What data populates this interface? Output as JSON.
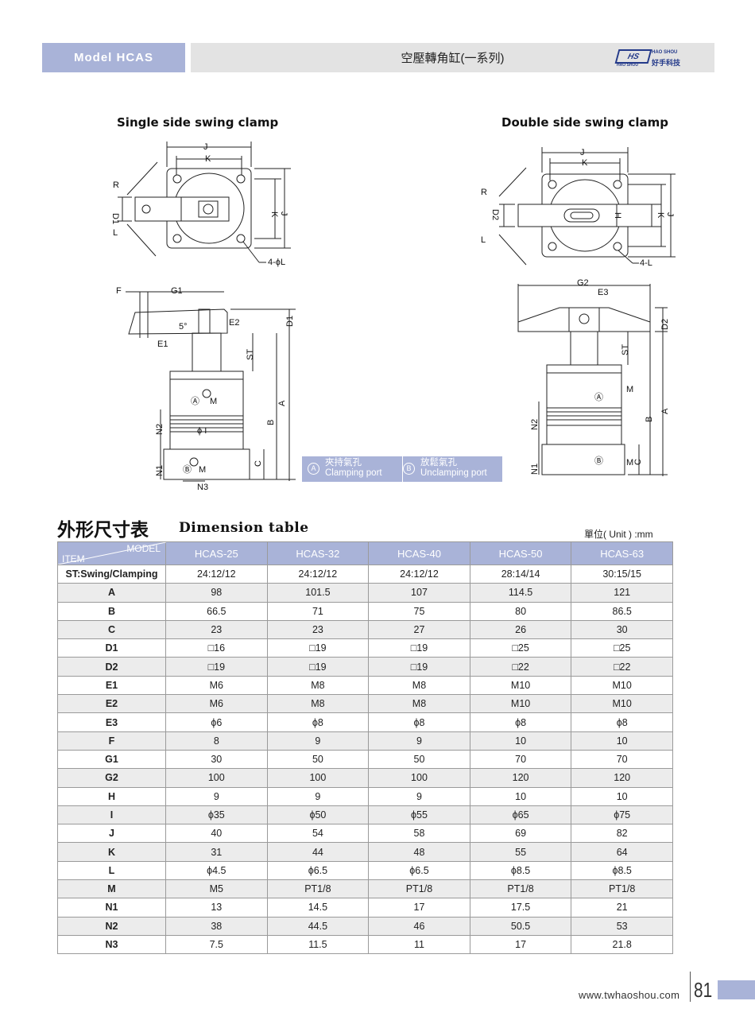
{
  "header": {
    "model_label": "Model HCAS",
    "title": "空壓轉角缸(一系列)",
    "logo_mark": "HS",
    "logo_en": "HAO SHOU",
    "logo_sub": "HAO SHOU",
    "logo_cn": "好手科技"
  },
  "diagrams": {
    "single_title": "Single side swing clamp",
    "double_title": "Double side swing clamp"
  },
  "ports": {
    "a_symbol": "A",
    "a_cn": "夾持氣孔",
    "a_en": "Clamping port",
    "b_symbol": "B",
    "b_cn": "放鬆氣孔",
    "b_en": "Unclamping port"
  },
  "table": {
    "title_cn": "外形尺寸表",
    "title_en": "Dimension table",
    "unit": "單位( Unit ) :mm",
    "corner_model": "MODEL",
    "corner_item": "ITEM",
    "models": [
      "HCAS-25",
      "HCAS-32",
      "HCAS-40",
      "HCAS-50",
      "HCAS-63"
    ],
    "rows": [
      {
        "item": "ST:Swing/Clamping",
        "values": [
          "24:12/12",
          "24:12/12",
          "24:12/12",
          "28:14/14",
          "30:15/15"
        ]
      },
      {
        "item": "A",
        "values": [
          "98",
          "101.5",
          "107",
          "114.5",
          "121"
        ]
      },
      {
        "item": "B",
        "values": [
          "66.5",
          "71",
          "75",
          "80",
          "86.5"
        ]
      },
      {
        "item": "C",
        "values": [
          "23",
          "23",
          "27",
          "26",
          "30"
        ]
      },
      {
        "item": "D1",
        "values": [
          "□16",
          "□19",
          "□19",
          "□25",
          "□25"
        ]
      },
      {
        "item": "D2",
        "values": [
          "□19",
          "□19",
          "□19",
          "□22",
          "□22"
        ]
      },
      {
        "item": "E1",
        "values": [
          "M6",
          "M8",
          "M8",
          "M10",
          "M10"
        ]
      },
      {
        "item": "E2",
        "values": [
          "M6",
          "M8",
          "M8",
          "M10",
          "M10"
        ]
      },
      {
        "item": "E3",
        "values": [
          "ϕ6",
          "ϕ8",
          "ϕ8",
          "ϕ8",
          "ϕ8"
        ]
      },
      {
        "item": "F",
        "values": [
          "8",
          "9",
          "9",
          "10",
          "10"
        ]
      },
      {
        "item": "G1",
        "values": [
          "30",
          "50",
          "50",
          "70",
          "70"
        ]
      },
      {
        "item": "G2",
        "values": [
          "100",
          "100",
          "100",
          "120",
          "120"
        ]
      },
      {
        "item": "H",
        "values": [
          "9",
          "9",
          "9",
          "10",
          "10"
        ]
      },
      {
        "item": "I",
        "values": [
          "ϕ35",
          "ϕ50",
          "ϕ55",
          "ϕ65",
          "ϕ75"
        ]
      },
      {
        "item": "J",
        "values": [
          "40",
          "54",
          "58",
          "69",
          "82"
        ]
      },
      {
        "item": "K",
        "values": [
          "31",
          "44",
          "48",
          "55",
          "64"
        ]
      },
      {
        "item": "L",
        "values": [
          "ϕ4.5",
          "ϕ6.5",
          "ϕ6.5",
          "ϕ8.5",
          "ϕ8.5"
        ]
      },
      {
        "item": "M",
        "values": [
          "M5",
          "PT1/8",
          "PT1/8",
          "PT1/8",
          "PT1/8"
        ]
      },
      {
        "item": "N1",
        "values": [
          "13",
          "14.5",
          "17",
          "17.5",
          "21"
        ]
      },
      {
        "item": "N2",
        "values": [
          "38",
          "44.5",
          "46",
          "50.5",
          "53"
        ]
      },
      {
        "item": "N3",
        "values": [
          "7.5",
          "11.5",
          "11",
          "17",
          "21.8"
        ]
      }
    ]
  },
  "footer": {
    "url": "www.twhaoshou.com",
    "page": "81"
  },
  "colors": {
    "accent": "#a9b3d8",
    "header_gray": "#e3e3e3",
    "logo_blue": "#243a8a"
  }
}
